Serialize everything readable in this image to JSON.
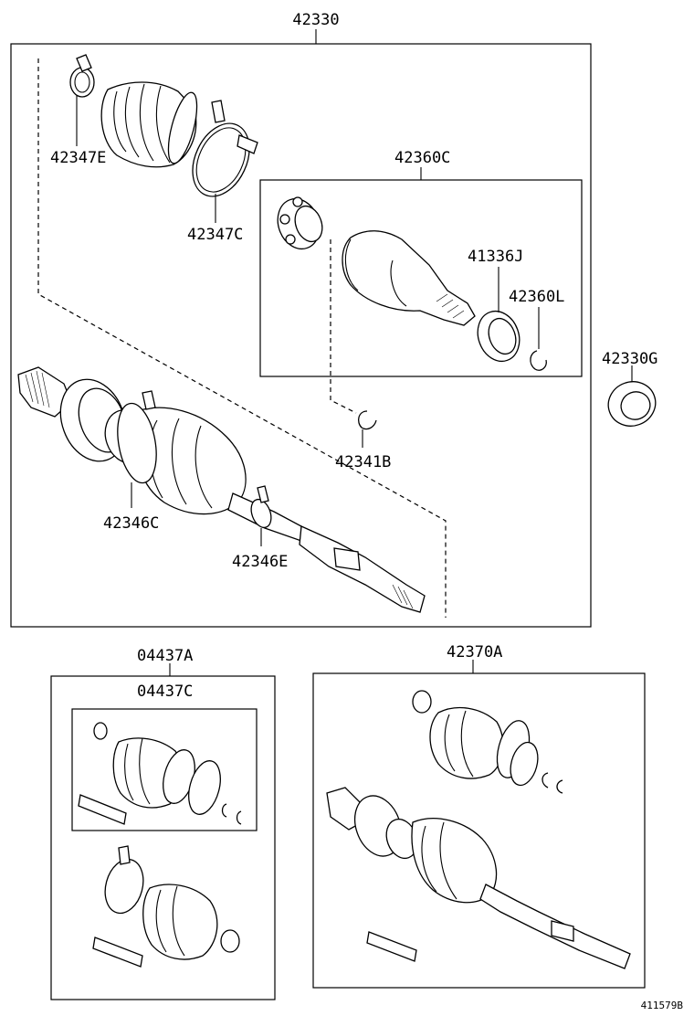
{
  "diagram": {
    "labels": {
      "main_assembly": "42330",
      "boot_clamp_small_top": "42347E",
      "boot_clamp_large_top": "42347C",
      "inner_joint_kit": "42360C",
      "seal_41336J": "41336J",
      "snap_ring_42360L": "42360L",
      "bearing_42330G": "42330G",
      "snap_ring_42341B": "42341B",
      "boot_clamp_large_bottom": "42346C",
      "boot_clamp_small_bottom": "42346E",
      "boot_kit_outer": "04437A",
      "boot_kit_inner": "04437C",
      "outer_joint_assembly": "42370A"
    },
    "figure_id": "411579B"
  }
}
